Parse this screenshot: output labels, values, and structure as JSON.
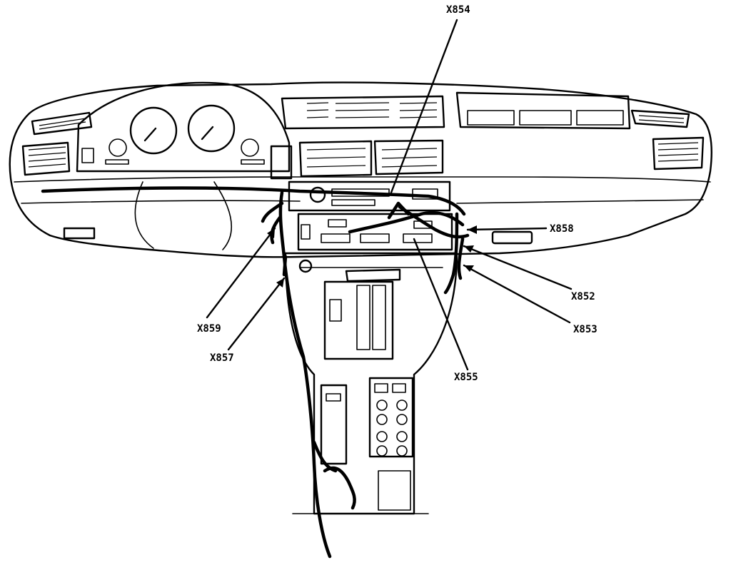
{
  "diagram": {
    "connectors": [
      {
        "id": "X854"
      },
      {
        "id": "X858"
      },
      {
        "id": "X852"
      },
      {
        "id": "X853"
      },
      {
        "id": "X855"
      },
      {
        "id": "X859"
      },
      {
        "id": "X857"
      }
    ]
  }
}
